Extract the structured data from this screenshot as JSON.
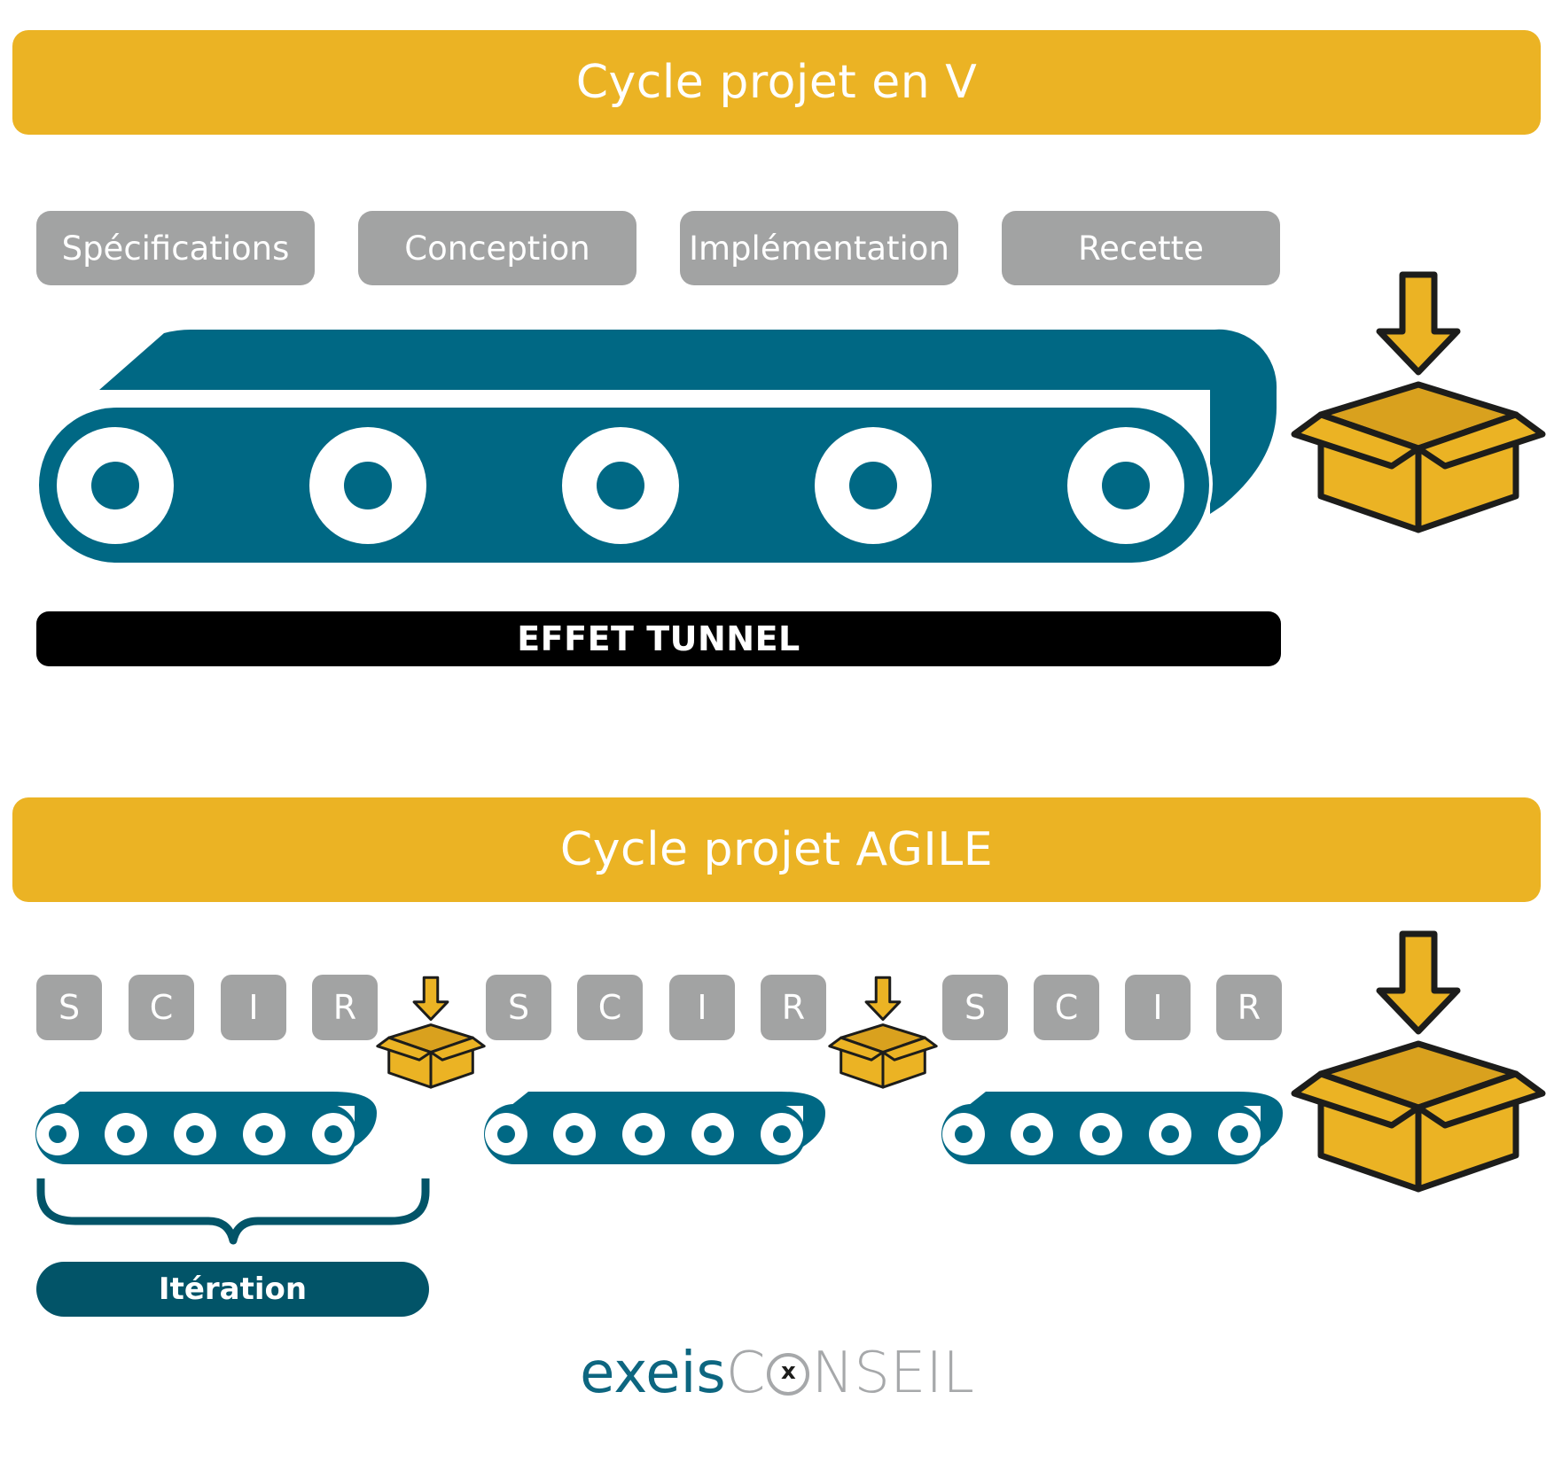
{
  "v_cycle": {
    "title": "Cycle projet en V",
    "phases": [
      "Spécifications",
      "Conception",
      "Implémentation",
      "Recette"
    ],
    "tunnel_label": "EFFET TUNNEL"
  },
  "agile_cycle": {
    "title": "Cycle projet AGILE",
    "groups": [
      [
        "S",
        "C",
        "I",
        "R"
      ],
      [
        "S",
        "C",
        "I",
        "R"
      ],
      [
        "S",
        "C",
        "I",
        "R"
      ]
    ],
    "iteration_label": "Itération"
  },
  "logo": {
    "part1": "exeis",
    "part2_left": "C",
    "part2_mark": "x",
    "part2_right": "NSEIL"
  },
  "colors": {
    "banner": "#ebb324",
    "teal": "#006884",
    "dark_teal": "#025468",
    "grey": "#a2a3a3",
    "box": "#ebb324"
  }
}
